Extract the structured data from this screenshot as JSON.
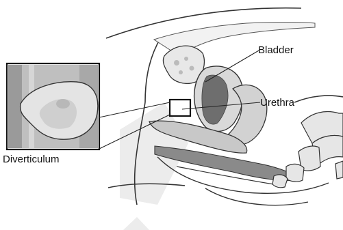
{
  "labels": {
    "bladder": "Bladder",
    "urethra": "Urethra",
    "diverticulum": "Diverticulum"
  },
  "colors": {
    "outline": "#333333",
    "tissue_light": "#d9d9d9",
    "tissue_mid": "#bdbdbd",
    "tissue_dark": "#7a7a7a",
    "bone": "#e8e8e8"
  }
}
